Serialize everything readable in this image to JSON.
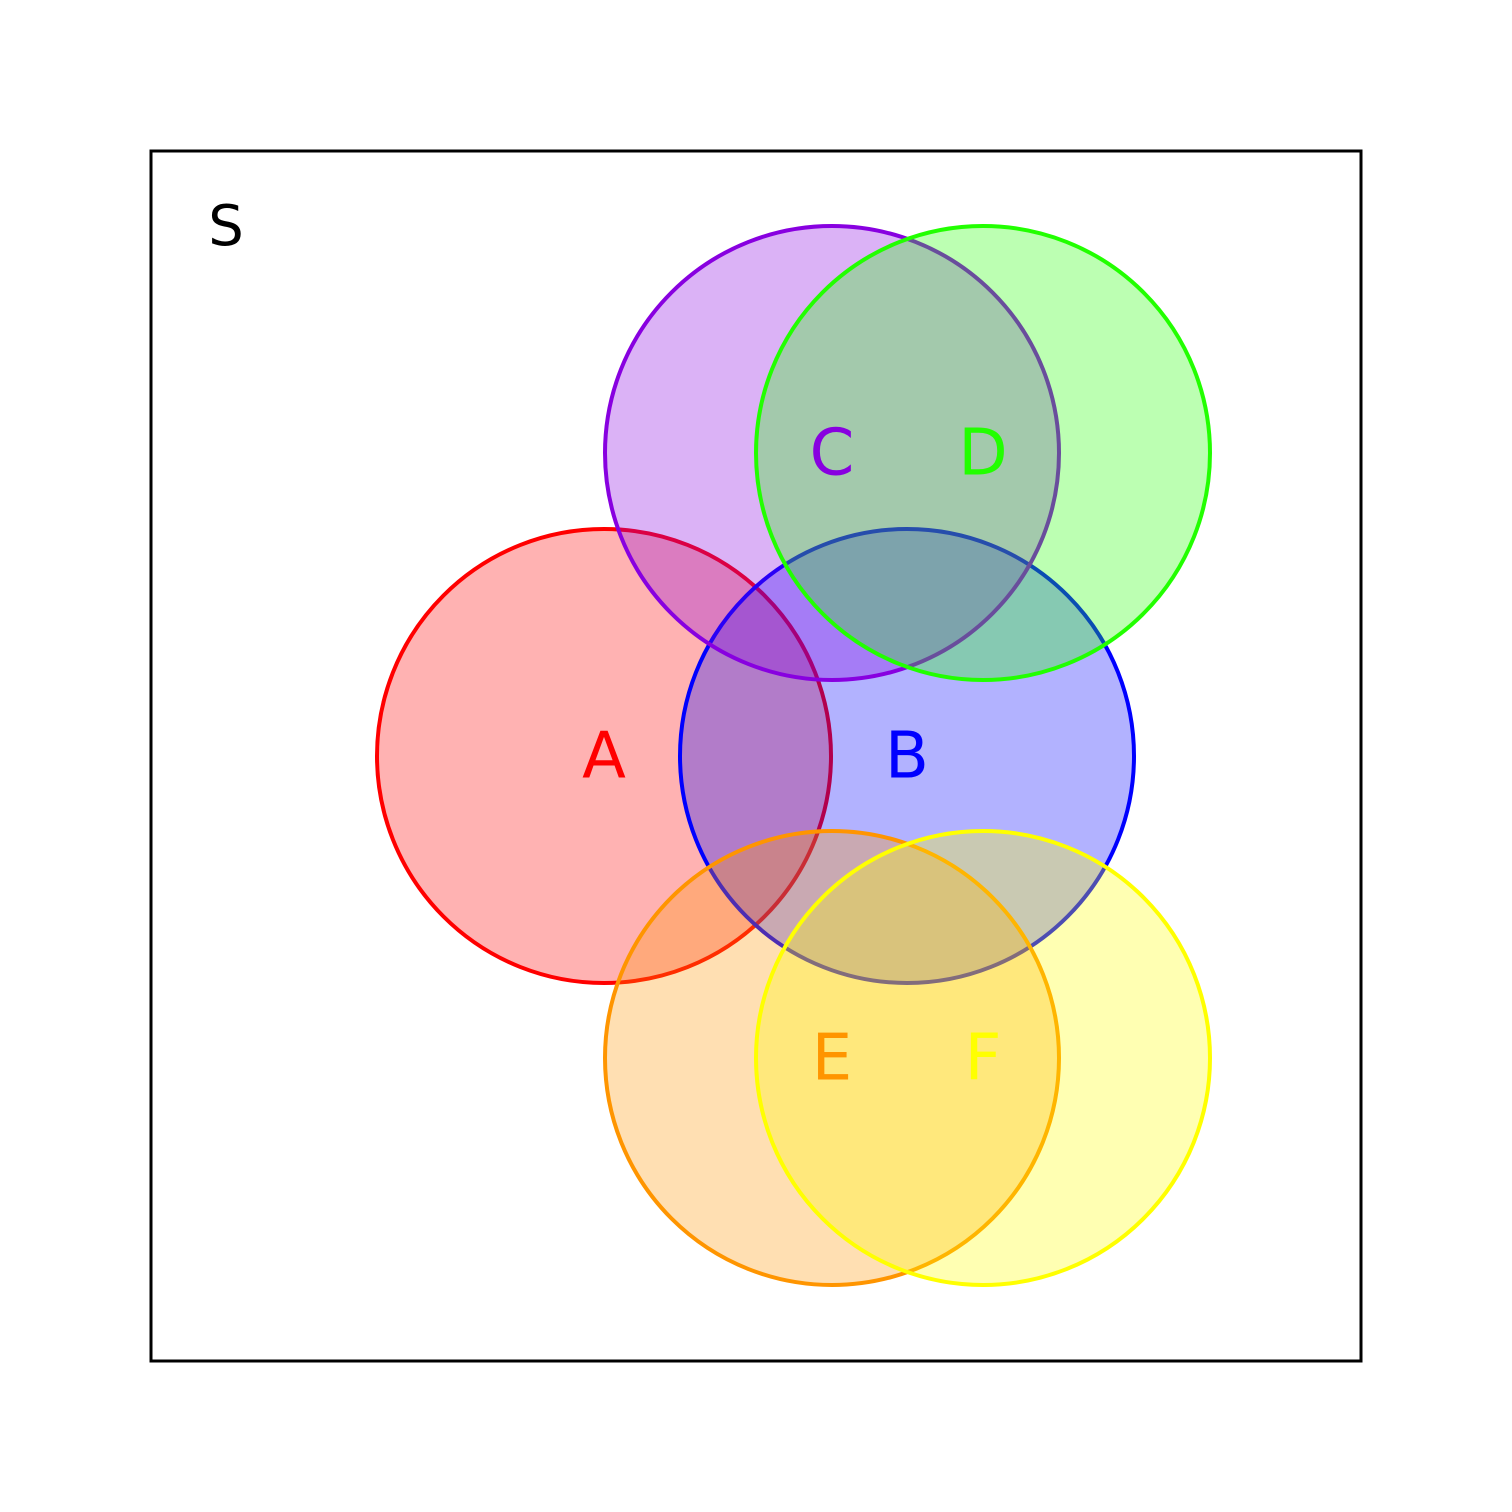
{
  "universe": {
    "label": "S",
    "stroke": "#000000"
  },
  "sets": [
    {
      "id": "A",
      "label": "A",
      "color": "#ff0000"
    },
    {
      "id": "B",
      "label": "B",
      "color": "#0000ff"
    },
    {
      "id": "C",
      "label": "C",
      "color": "#8800e0"
    },
    {
      "id": "D",
      "label": "D",
      "color": "#22ff00"
    },
    {
      "id": "E",
      "label": "E",
      "color": "#ff9500"
    },
    {
      "id": "F",
      "label": "F",
      "color": "#ffff00"
    }
  ]
}
